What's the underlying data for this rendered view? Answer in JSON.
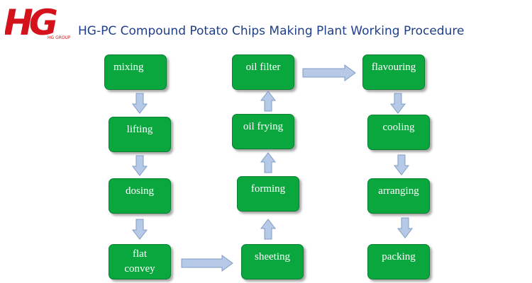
{
  "logo": {
    "letters": "HG",
    "caption": "HG GROUP",
    "color": "#d4121b"
  },
  "title": "HG-PC Compound Potato Chips Making Plant Working Procedure",
  "colors": {
    "box_fill": "#0aa73f",
    "box_text": "#ffffff",
    "arrow_fill": "#b6c9e6",
    "arrow_stroke": "#7f9cc4",
    "title": "#1f3f8a"
  },
  "steps": {
    "mixing": "mixing",
    "lifting": "lifting",
    "dosing": "dosing",
    "flat_convey": "flat convey",
    "sheeting": "sheeting",
    "forming": "forming",
    "oil_frying": "oil frying",
    "oil_filter": "oil filter",
    "flavouring": "flavouring",
    "cooling": "cooling",
    "arranging": "arranging",
    "packing": "packing"
  }
}
